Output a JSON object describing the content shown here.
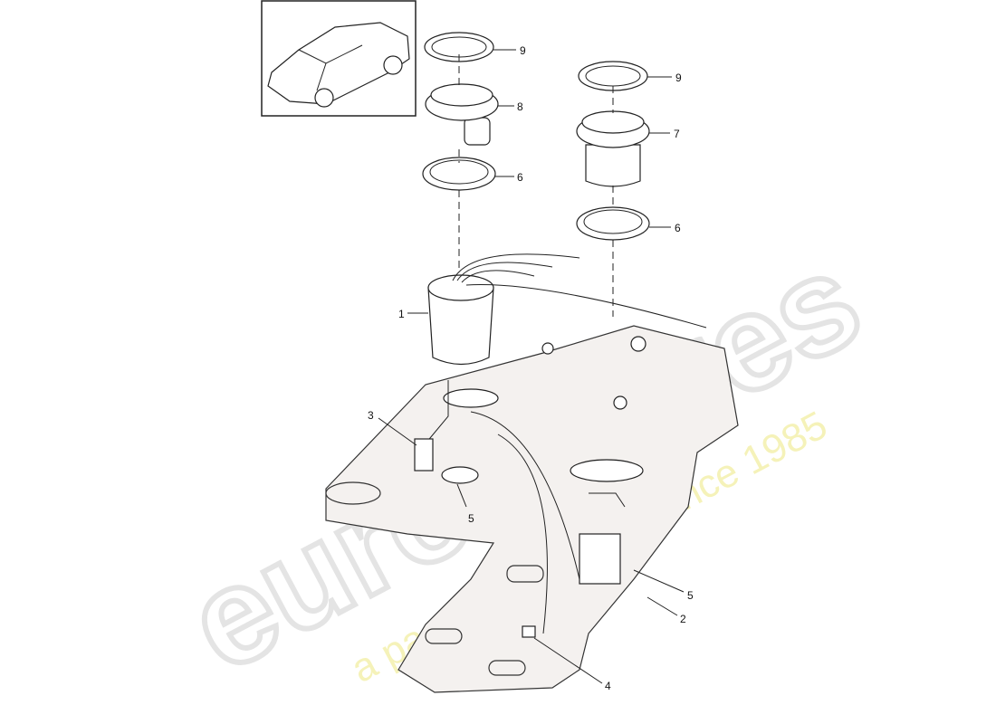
{
  "watermark": {
    "brand": "eurospares",
    "tagline": "a passion for parts since 1985"
  },
  "thumbnail": {
    "icon": "car-suv-icon"
  },
  "callouts": [
    {
      "id": "9a",
      "label": "9"
    },
    {
      "id": "8",
      "label": "8"
    },
    {
      "id": "6a",
      "label": "6"
    },
    {
      "id": "9b",
      "label": "9"
    },
    {
      "id": "7",
      "label": "7"
    },
    {
      "id": "6b",
      "label": "6"
    },
    {
      "id": "1",
      "label": "1"
    },
    {
      "id": "3",
      "label": "3"
    },
    {
      "id": "5a",
      "label": "5"
    },
    {
      "id": "5b",
      "label": "5"
    },
    {
      "id": "2",
      "label": "2"
    },
    {
      "id": "4",
      "label": "4"
    }
  ]
}
